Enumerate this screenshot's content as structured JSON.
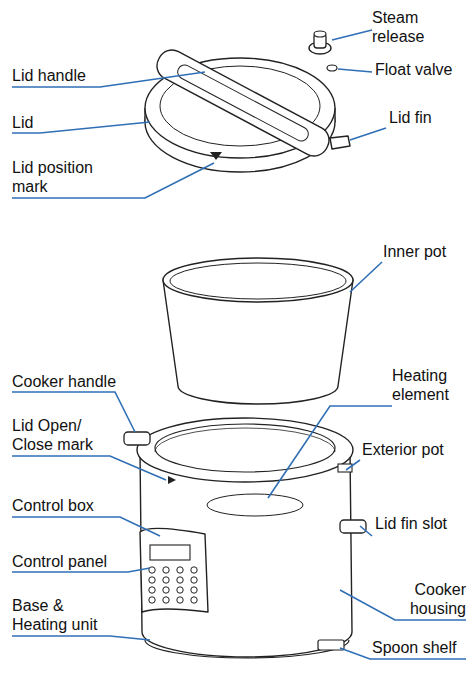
{
  "diagram": {
    "labels": [
      "Steam release",
      "Float valve",
      "Lid handle",
      "Lid",
      "Lid fin",
      "Lid position mark",
      "Inner pot",
      "Cooker handle",
      "Heating element",
      "Lid Open/ Close mark",
      "Exterior pot",
      "Control box",
      "Lid fin slot",
      "Control panel",
      "Cooker housing",
      "Base & Heating unit",
      "Spoon shelf"
    ]
  }
}
